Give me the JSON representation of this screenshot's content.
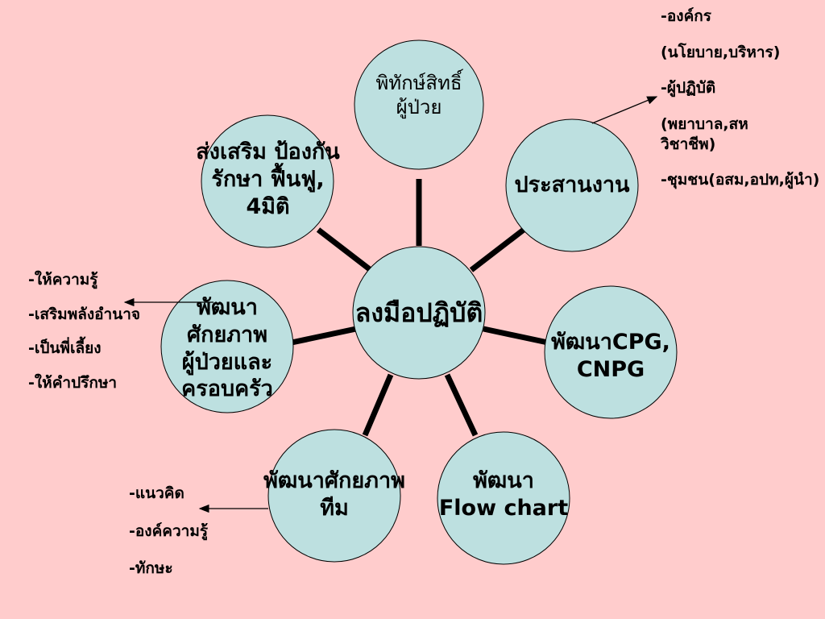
{
  "diagram": {
    "center": "ลงมือปฏิบัติ",
    "nodes": {
      "rights": "พิทักษ์สิทธิ์\nผู้ป่วย",
      "promote": "ส่งเสริม ป้องกัน\nรักษา ฟื้นฟู,\n4มิติ",
      "coordinate": "ประสานงาน",
      "develop_patient": "พัฒนา\nศักยภาพ\nผู้ป่วยและ\nครอบครัว",
      "cpg": "พัฒนาCPG,\nCNPG",
      "team": "พัฒนาศักยภาพ\nทีม",
      "flow": "พัฒนา\nFlow chart"
    },
    "coordinate_notes": [
      "-องค์กร",
      "(นโยบาย,บริหาร)",
      "-ผู้ปฏิบัติ",
      "(พยาบาล,สหวิชาชีพ)",
      "-ชุมชน(อสม,อปท,ผู้นำ)"
    ],
    "patient_notes": [
      "-ให้ความรู้",
      "-เสริมพลังอำนาจ",
      "-เป็นพี่เลี้ยง",
      "-ให้คำปรึกษา"
    ],
    "team_notes": [
      "-แนวคิด",
      "-องค์ความรู้",
      "-ทักษะ"
    ]
  }
}
